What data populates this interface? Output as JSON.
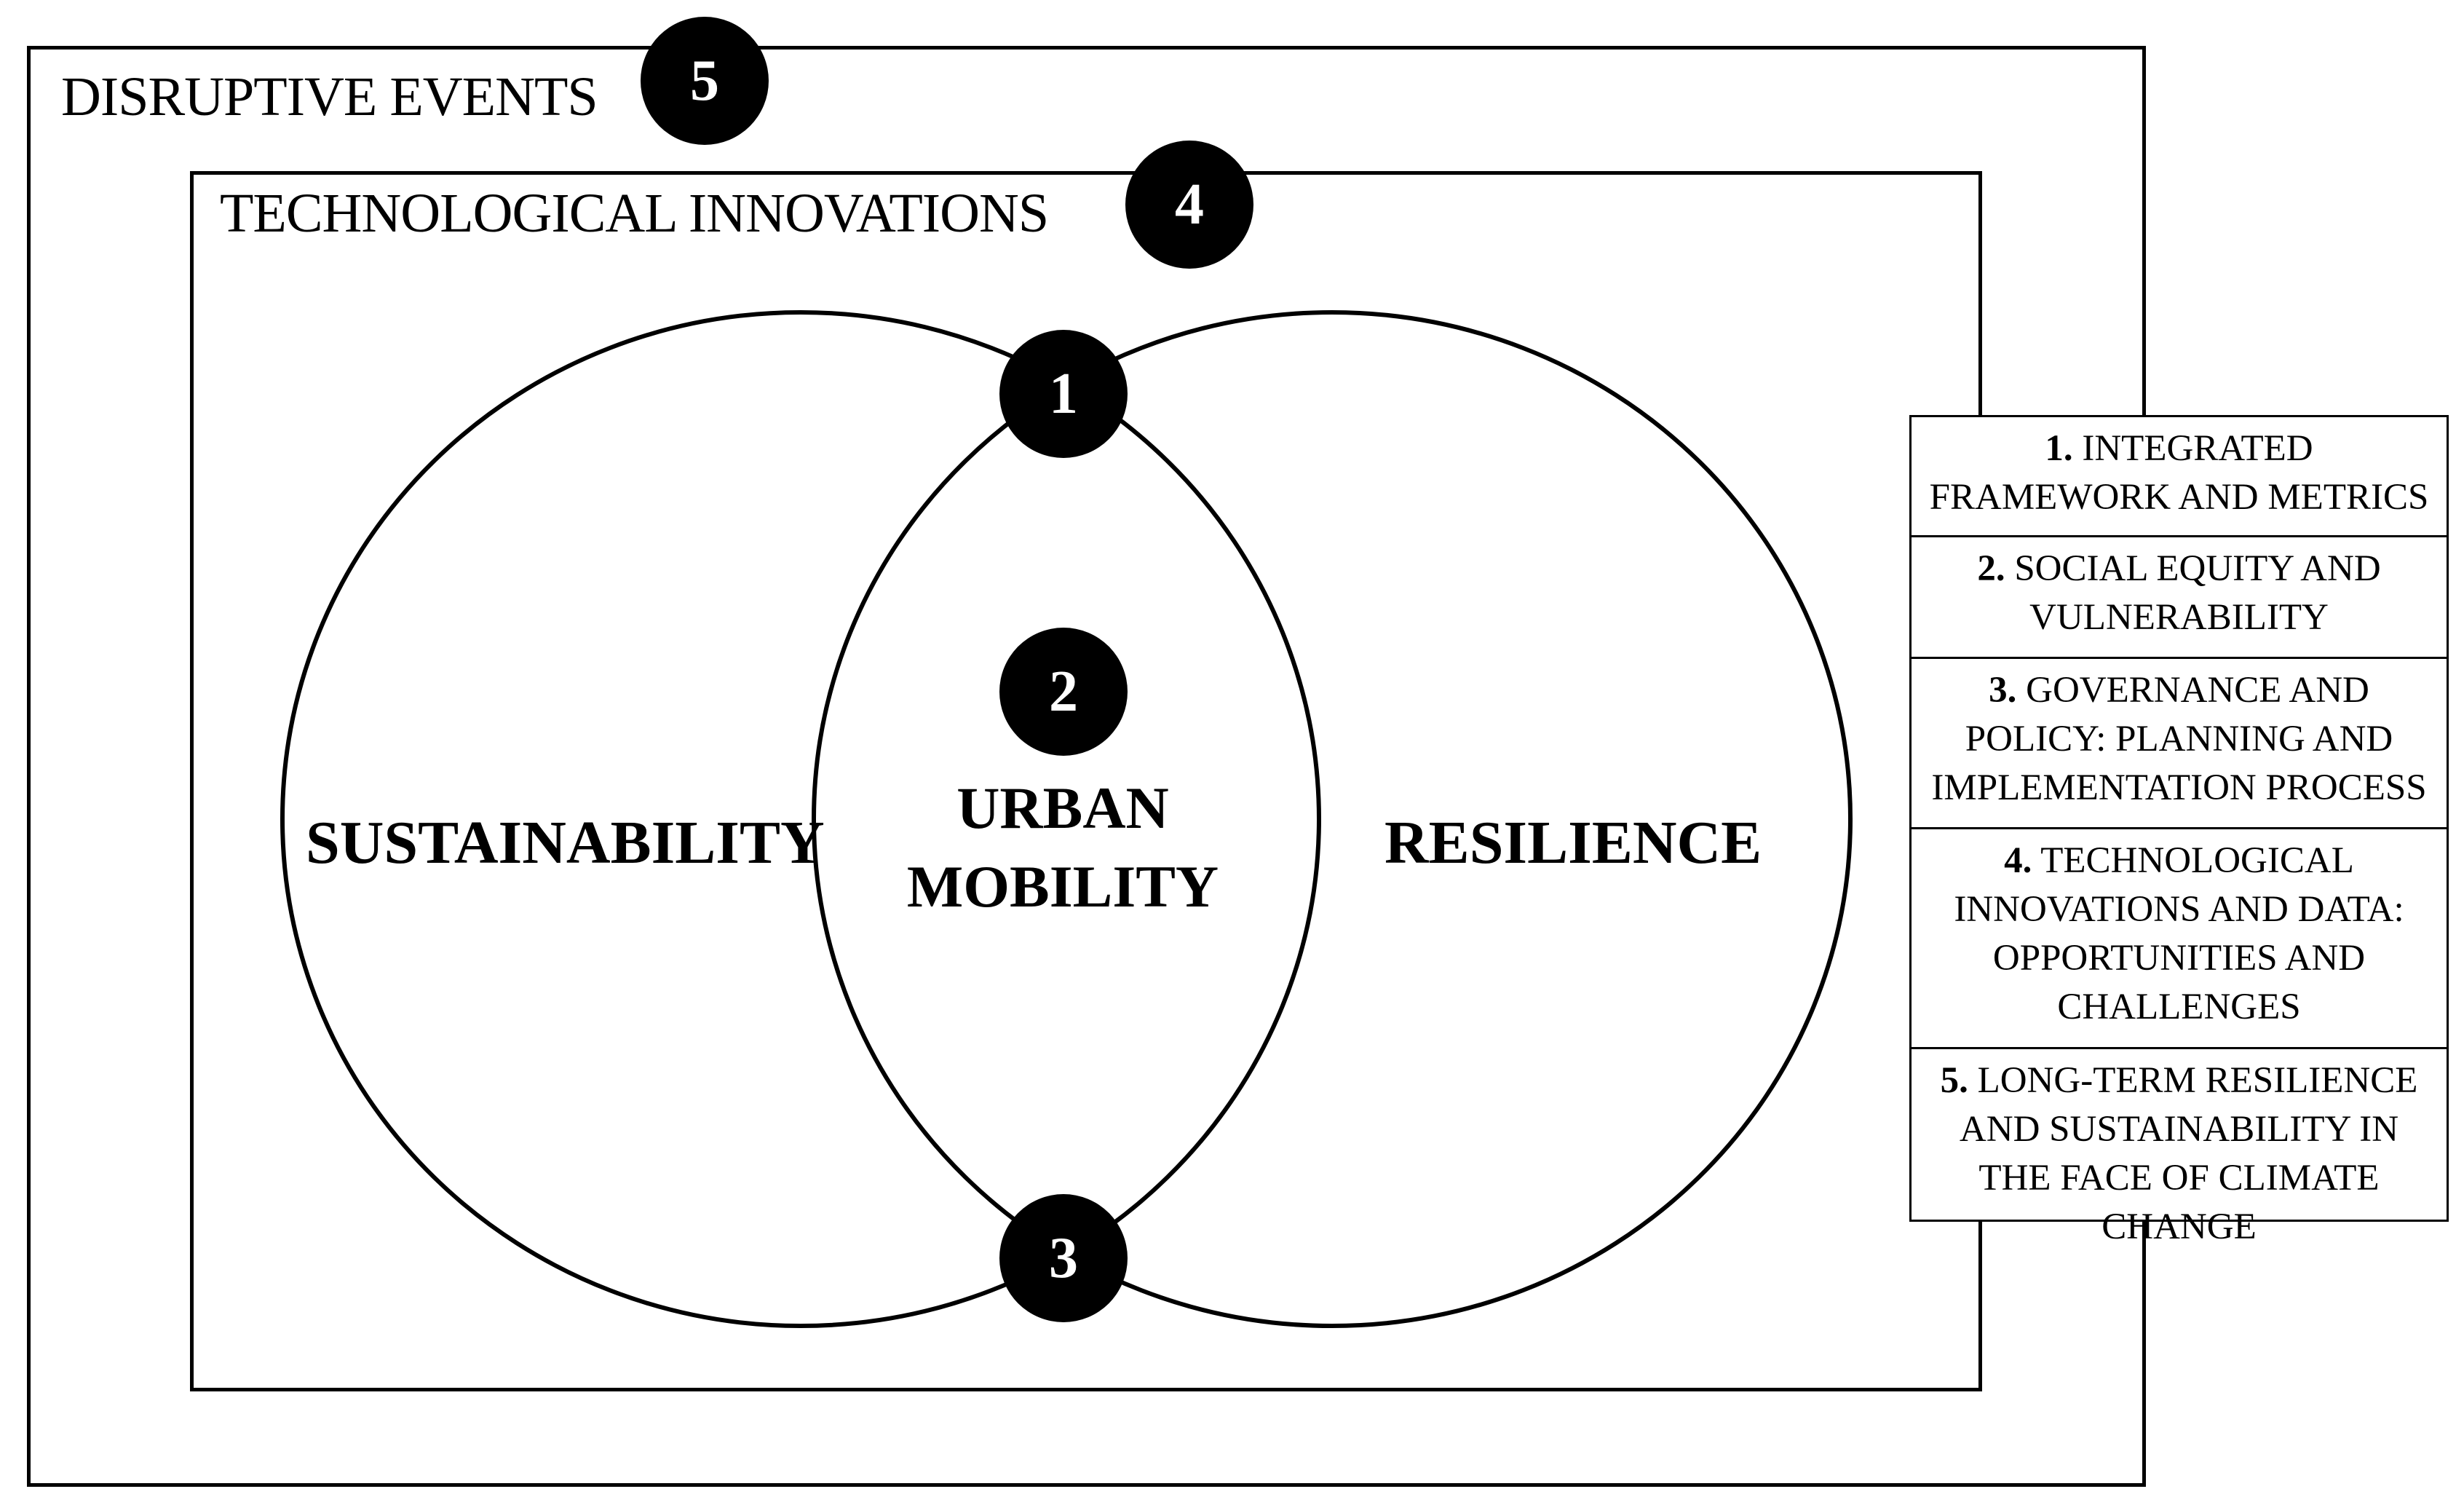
{
  "outer_frame": {
    "title": "DISRUPTIVE EVENTS",
    "badge": "5"
  },
  "inner_frame": {
    "title": "TECHNOLOGICAL INNOVATIONS",
    "badge": "4"
  },
  "venn": {
    "left_label": "SUSTAINABILITY",
    "right_label": "RESILIENCE",
    "center_label_line1": "URBAN",
    "center_label_line2": "MOBILITY",
    "top_badge": "1",
    "center_badge": "2",
    "bottom_badge": "3"
  },
  "legend": [
    {
      "num": "1.",
      "text": "INTEGRATED FRAMEWORK AND METRICS"
    },
    {
      "num": "2.",
      "text": "SOCIAL EQUITY AND VULNERABILITY"
    },
    {
      "num": "3.",
      "text": "GOVERNANCE AND POLICY: PLANNING AND IMPLEMENTATION PROCESS"
    },
    {
      "num": "4.",
      "text": "TECHNOLOGICAL INNOVATIONS AND DATA: OPPORTUNITIES AND CHALLENGES"
    },
    {
      "num": "5.",
      "text": "LONG-TERM RESILIENCE AND SUSTAINABILITY IN THE FACE OF CLIMATE CHANGE"
    }
  ]
}
